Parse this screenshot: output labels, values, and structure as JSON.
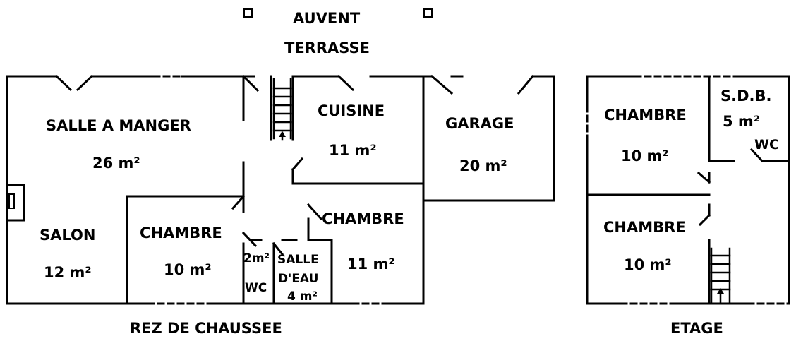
{
  "outside": {
    "auvent": "AUVENT",
    "terrasse": "TERRASSE"
  },
  "floors": {
    "ground": "REZ DE CHAUSSEE",
    "upper": "ETAGE"
  },
  "rooms": {
    "salle_a_manger": {
      "name": "SALLE A MANGER",
      "area": "26 m²"
    },
    "salon": {
      "name": "SALON",
      "area": "12 m²"
    },
    "chambre_rdc_1": {
      "name": "CHAMBRE",
      "area": "10 m²"
    },
    "wc_rdc": {
      "name": "WC",
      "area": "2m²"
    },
    "salle_d_eau": {
      "name_line1": "SALLE",
      "name_line2": "D'EAU",
      "area": "4 m²"
    },
    "chambre_rdc_2": {
      "name": "CHAMBRE",
      "area": "11 m²"
    },
    "cuisine": {
      "name": "CUISINE",
      "area": "11 m²"
    },
    "garage": {
      "name": "GARAGE",
      "area": "20 m²"
    },
    "chambre_etage_1": {
      "name": "CHAMBRE",
      "area": "10 m²"
    },
    "sdb": {
      "name": "S.D.B.",
      "area": "5 m²"
    },
    "wc_etage": {
      "name": "WC"
    },
    "chambre_etage_2": {
      "name": "CHAMBRE",
      "area": "10 m²"
    }
  }
}
